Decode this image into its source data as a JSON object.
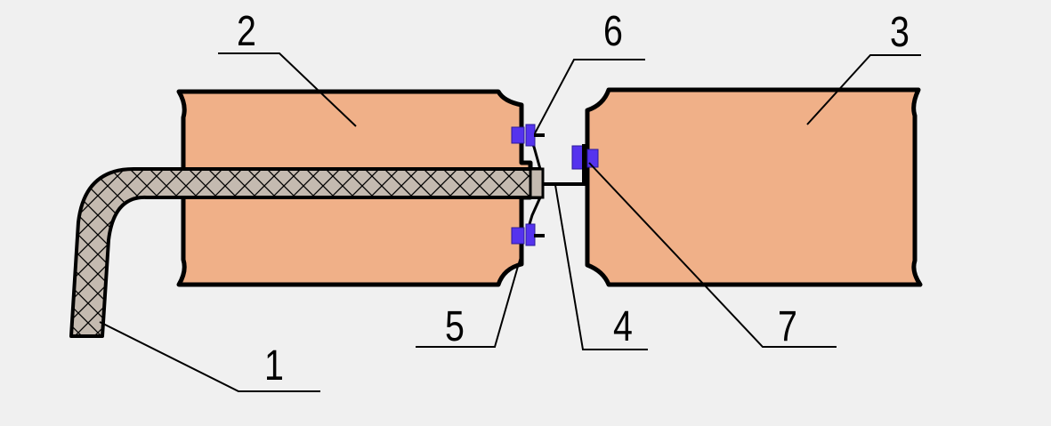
{
  "colors": {
    "background": "#f0f0f0",
    "block_fill": "#f0b088",
    "outline": "#000000",
    "cable_fill": "#c4bab0",
    "connector_fill": "#5533ee"
  },
  "labels": {
    "cable": "1",
    "left_block": "2",
    "right_block": "3",
    "wire": "4",
    "lower_connector": "5",
    "upper_connector": "6",
    "right_connector": "7"
  }
}
